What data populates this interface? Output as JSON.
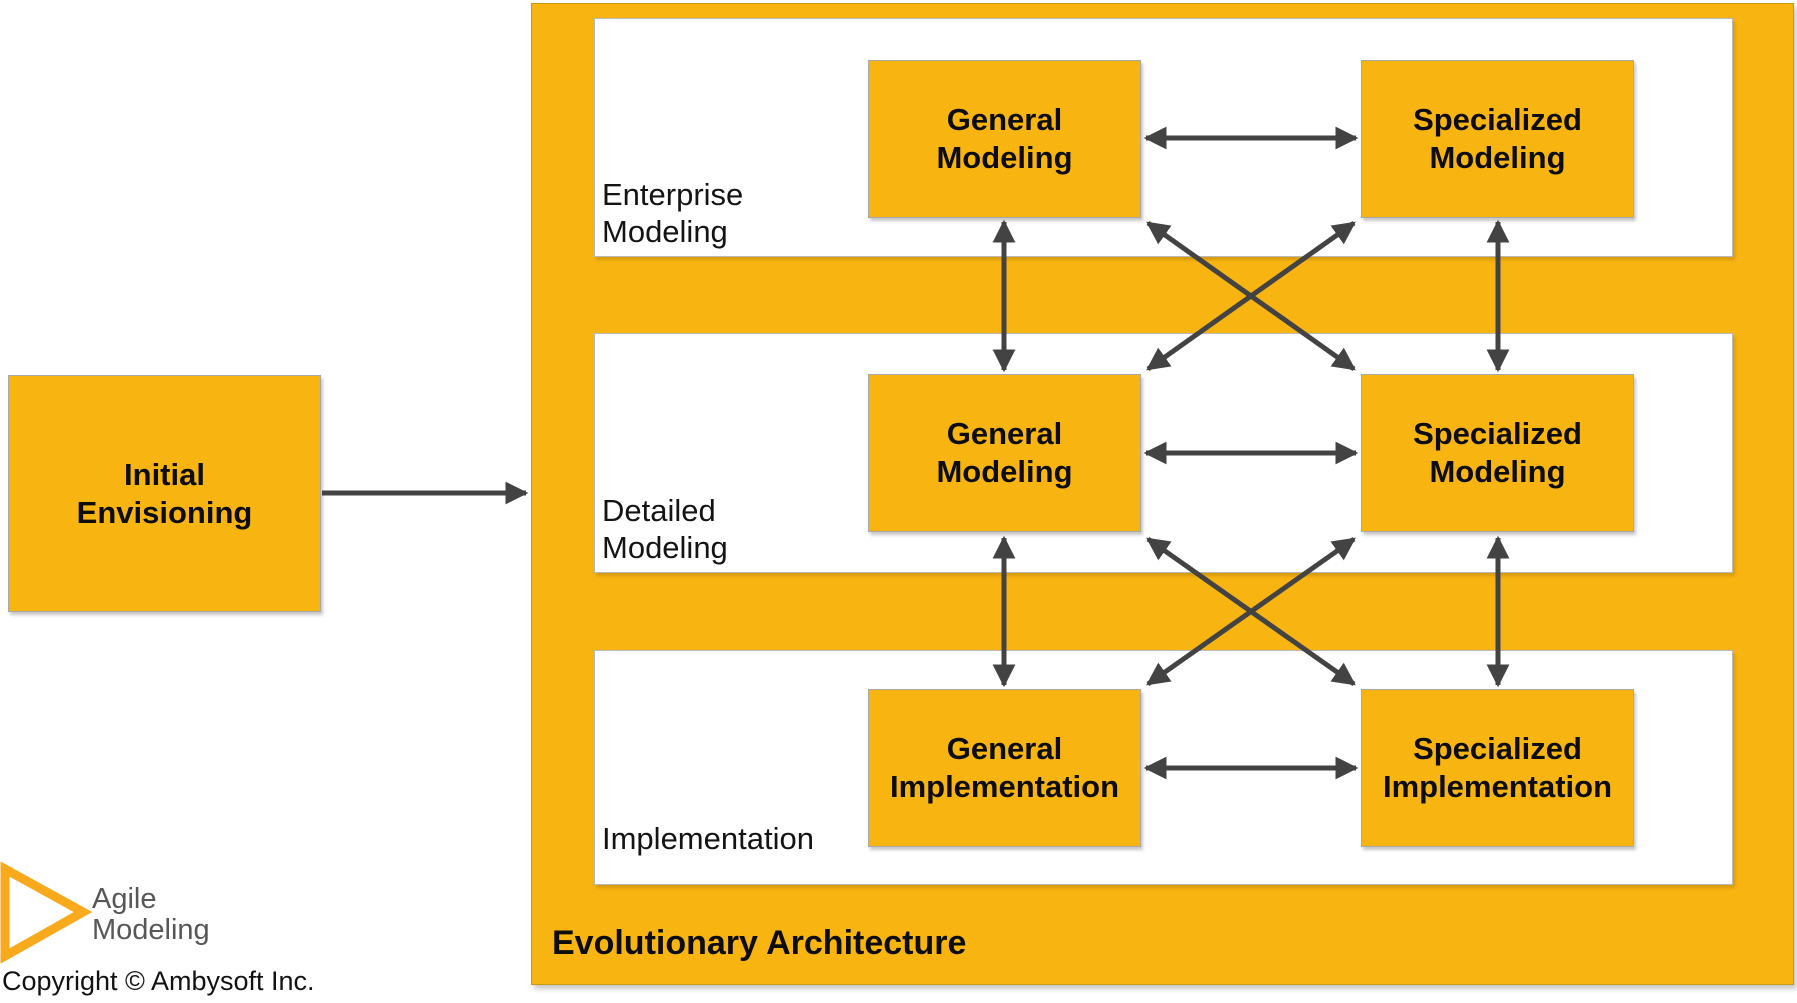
{
  "colors": {
    "yellow": "#F8B411",
    "arrow": "#434343",
    "band_background": "#ffffff",
    "band_border": "#b9b9b9",
    "logo_triangle": "#F9A91C",
    "logo_text_gray": "#57575A"
  },
  "initial_box": {
    "line1": "Initial",
    "line2": "Envisioning"
  },
  "container_label": "Evolutionary Architecture",
  "bands": [
    {
      "label_line1": "Enterprise",
      "label_line2": "Modeling",
      "boxes": [
        {
          "line1": "General",
          "line2": "Modeling"
        },
        {
          "line1": "Specialized",
          "line2": "Modeling"
        }
      ]
    },
    {
      "label_line1": "Detailed",
      "label_line2": "Modeling",
      "boxes": [
        {
          "line1": "General",
          "line2": "Modeling"
        },
        {
          "line1": "Specialized",
          "line2": "Modeling"
        }
      ]
    },
    {
      "label_line1": "Implementation",
      "label_line2": "",
      "boxes": [
        {
          "line1": "General",
          "line2": "Implementation"
        },
        {
          "line1": "Specialized",
          "line2": "Implementation"
        }
      ]
    }
  ],
  "logo": {
    "line1": "Agile",
    "line2": "Modeling"
  },
  "copyright": "Copyright © Ambysoft Inc."
}
